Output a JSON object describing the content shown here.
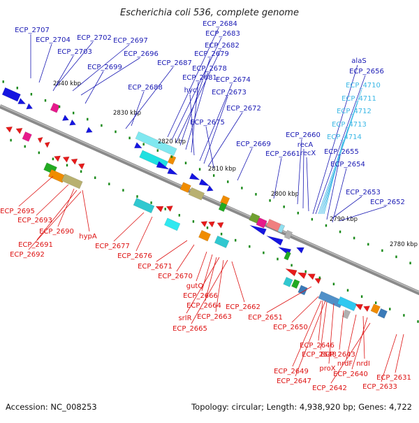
{
  "title": "Escherichia coli 536, complete genome",
  "footer": {
    "accession": "Accession: NC_008253",
    "summary": "Topology: circular; Length: 4,938,920 bp; Genes: 4,722"
  },
  "colors": {
    "top_label": "#1a1ab4",
    "top_label_light": "#3cb8e6",
    "bottom_label": "#dd1111",
    "backbone": "#8a8a8a"
  },
  "ruler": [
    "2840 kbp",
    "2830 kbp",
    "2820 kbp",
    "2810 kbp",
    "2800 kbp",
    "2790 kbp",
    "2780 kbp"
  ],
  "top_labels": [
    {
      "text": "ECP_2707",
      "light": false
    },
    {
      "text": "ECP_2704",
      "light": false
    },
    {
      "text": "ECP_2702",
      "light": false
    },
    {
      "text": "ECP_2697",
      "light": false
    },
    {
      "text": "ECP_2703",
      "light": false
    },
    {
      "text": "ECP_2696",
      "light": false
    },
    {
      "text": "ECP_2699",
      "light": false
    },
    {
      "text": "ECP_2684",
      "light": false
    },
    {
      "text": "ECP_2683",
      "light": false
    },
    {
      "text": "ECP_2682",
      "light": false
    },
    {
      "text": "ECP_2679",
      "light": false
    },
    {
      "text": "ECP_2687",
      "light": false
    },
    {
      "text": "ECP_2678",
      "light": false
    },
    {
      "text": "ECP_2681",
      "light": false
    },
    {
      "text": "ECP_2688",
      "light": false
    },
    {
      "text": "hycI",
      "light": false
    },
    {
      "text": "ECP_2674",
      "light": false
    },
    {
      "text": "ECP_2673",
      "light": false
    },
    {
      "text": "ECP_2672",
      "light": false
    },
    {
      "text": "ECP_2675",
      "light": false
    },
    {
      "text": "ECP_2669",
      "light": false
    },
    {
      "text": "ECP_2661",
      "light": false
    },
    {
      "text": "ECP_2660",
      "light": false
    },
    {
      "text": "recA",
      "light": false
    },
    {
      "text": "recX",
      "light": false
    },
    {
      "text": "ECP_2655",
      "light": false
    },
    {
      "text": "ECP_2654",
      "light": false
    },
    {
      "text": "ECP_2653",
      "light": false
    },
    {
      "text": "ECP_2652",
      "light": false
    },
    {
      "text": "alaS",
      "light": false
    },
    {
      "text": "ECP_2656",
      "light": false
    },
    {
      "text": "ECP_4710",
      "light": true
    },
    {
      "text": "ECP_4711",
      "light": true
    },
    {
      "text": "ECP_4712",
      "light": true
    },
    {
      "text": "ECP_4713",
      "light": true
    },
    {
      "text": "ECP_4714",
      "light": true
    }
  ],
  "bottom_labels": [
    "ECP_2695",
    "ECP_2693",
    "ECP_2690",
    "hypA",
    "ECP_2691",
    "ECP_2692",
    "ECP_2677",
    "ECP_2676",
    "ECP_2671",
    "ECP_2670",
    "gutQ",
    "ECP_2666",
    "ECP_2664",
    "srlR",
    "ECP_2663",
    "ECP_2665",
    "ECP_2662",
    "ECP_2651",
    "ECP_2650",
    "ECP_2646",
    "ECP_2648",
    "proX",
    "ECP_2643",
    "nrdF",
    "nrdI",
    "ECP_2649",
    "ECP_2640",
    "ECP_2647",
    "ECP_2642",
    "ECP_2631",
    "ECP_2633"
  ]
}
